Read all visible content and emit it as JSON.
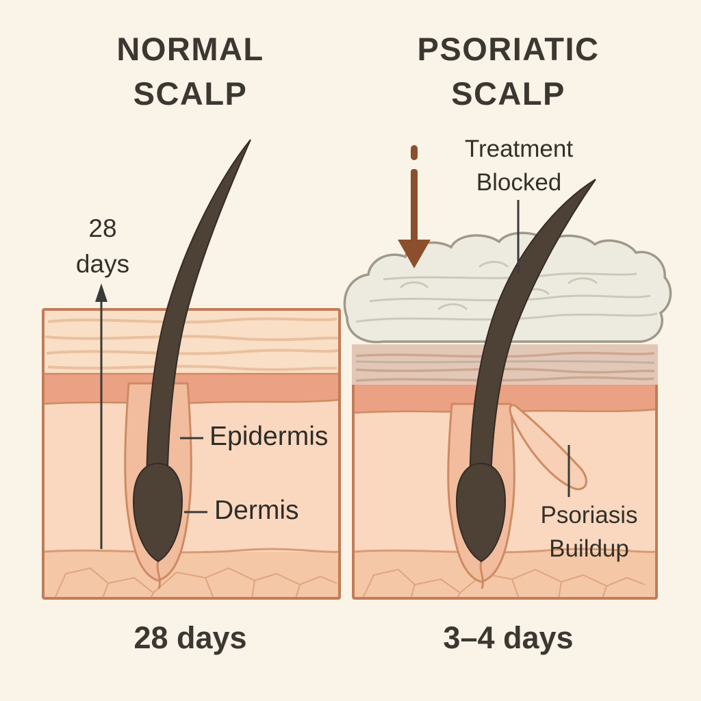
{
  "left_panel": {
    "title_line1": "NORMAL",
    "title_line2": "SCALP",
    "turnover_line1": "28",
    "turnover_line2": "days",
    "epidermis_label": "Epidermis",
    "dermis_label": "Dermis",
    "duration": "28 days"
  },
  "right_panel": {
    "title_line1": "PSORIATIC",
    "title_line2": "SCALP",
    "treatment_line1": "Treatment",
    "treatment_line2": "Blocked",
    "buildup_line1": "Psoriasis",
    "buildup_line2": "Buildup",
    "duration": "3–4 days"
  },
  "icons": {
    "cell_turnover_arrow": "up-arrow",
    "treatment_arrow": "down-arrow"
  },
  "colors": {
    "background": "#FAF3E7",
    "text": "#3B3731",
    "skin_dermis": "#F9D8BF",
    "skin_top_layer": "#F8DFC6",
    "skin_epidermis_band": "#EBA184",
    "skin_outline": "#C27C58",
    "skin_subcutis": "#F4C7A6",
    "hair": "#4E4136",
    "follicle_pocket": "#F1BD9E",
    "plaque": "#EDEBDF",
    "plaque_outline": "#9F998A",
    "treatment_arrow": "#8C4F2D"
  }
}
